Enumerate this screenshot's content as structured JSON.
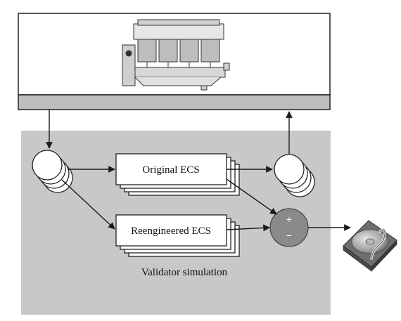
{
  "blocks": {
    "original_ecs_label": "Original ECS",
    "reengineered_ecs_label": "Reengineered ECS"
  },
  "validator": {
    "label": "Validator simulation"
  },
  "comparator": {
    "plus": "+",
    "minus": "−"
  },
  "icons": {
    "engine": "engine-cutaway-icon",
    "storage": "hard-disk-drive-icon"
  },
  "colors": {
    "panel_gray": "#c8c8c8",
    "comparator_gray": "#8a8a8a",
    "line": "#1a1a1a"
  }
}
